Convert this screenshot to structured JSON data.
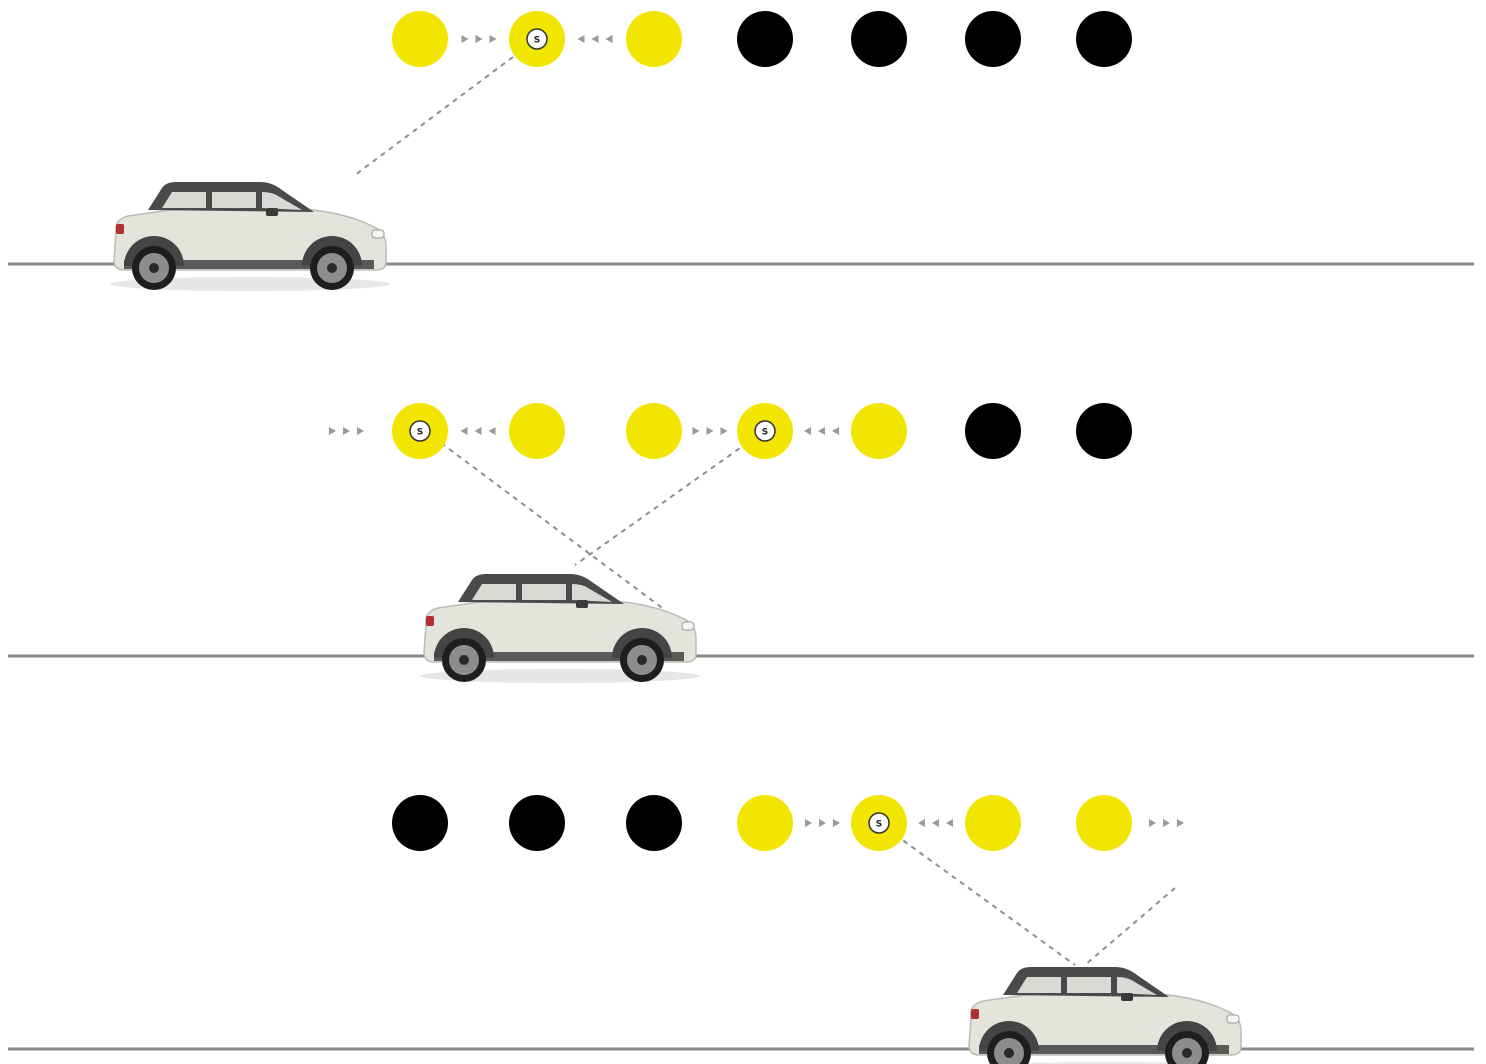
{
  "colors": {
    "lamp_on": "#f2e600",
    "lamp_off": "#000000",
    "road": "#8a8a8a",
    "beam": "#8f8f8f",
    "car_body": "#e4e3dc",
    "car_roof": "#4a4a4a",
    "car_trim": "#3a3a3a"
  },
  "sensor_label": "S",
  "icons": {
    "lamp": "circle",
    "sensor": "circle-s-icon",
    "car": "car-icon",
    "arrow": "triangle-arrow"
  },
  "scenes": [
    {
      "name": "scene-1",
      "lamps": [
        "on",
        "on-sensor",
        "on",
        "off",
        "off",
        "off",
        "off"
      ],
      "arrows": [
        "right-between-0-1",
        "left-between-1-2"
      ]
    },
    {
      "name": "scene-2",
      "lamps": [
        "on-sensor",
        "on",
        "on",
        "on-sensor",
        "on",
        "off",
        "off"
      ],
      "arrows": [
        "right-before-0",
        "left-between-0-1",
        "right-between-2-3",
        "left-between-3-4"
      ]
    },
    {
      "name": "scene-3",
      "lamps": [
        "off",
        "off",
        "off",
        "on",
        "on-sensor",
        "on",
        "on"
      ],
      "arrows": [
        "right-between-3-4",
        "left-between-4-5",
        "right-after-6"
      ]
    }
  ]
}
